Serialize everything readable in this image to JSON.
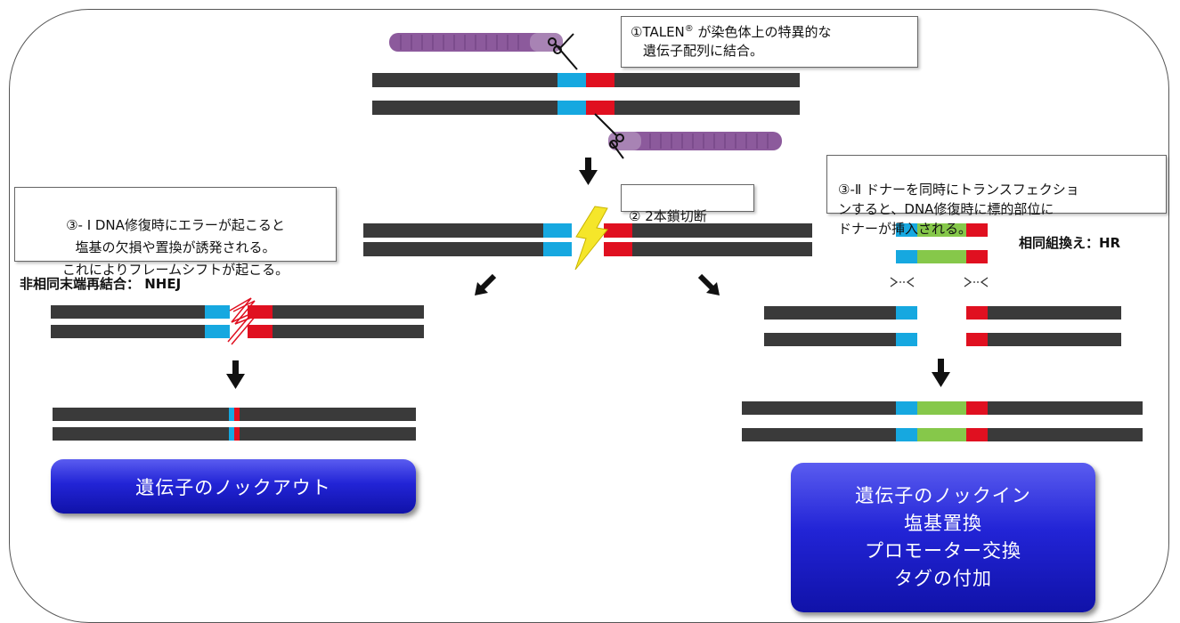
{
  "diagram": {
    "step1_line1": "①TALEN",
    "step1_reg": "®",
    "step1_line1_rest": " が染色体上の特異的な",
    "step1_line2": "遺伝子配列に結合。",
    "step2": "② 2本鎖切断",
    "step3a": "③- Ⅰ DNA修復時にエラーが起こると\n塩基の欠損や置換が誘発される。\nこれによりフレームシフトが起こる。",
    "step3b": "③-Ⅱ ドナーを同時にトランスフェクショ\nンすると、DNA修復時に標的部位に\nドナーが挿入される。",
    "nhej_label": "非相同末端再結合： NHEJ",
    "hr_label": "相同組換え：HR",
    "knockout": "遺伝子のノックアウト",
    "outcomes": [
      "遺伝子のノックイン",
      "塩基置換",
      "プロモーター交換",
      "タグの付加"
    ],
    "colors": {
      "strand": "#3a3a3a",
      "cyan": "#16a8e0",
      "red": "#e01020",
      "green": "#86c84a",
      "talen": "#8c5a9c",
      "lightning": "#f5e62a",
      "button": "#2224d6"
    }
  }
}
